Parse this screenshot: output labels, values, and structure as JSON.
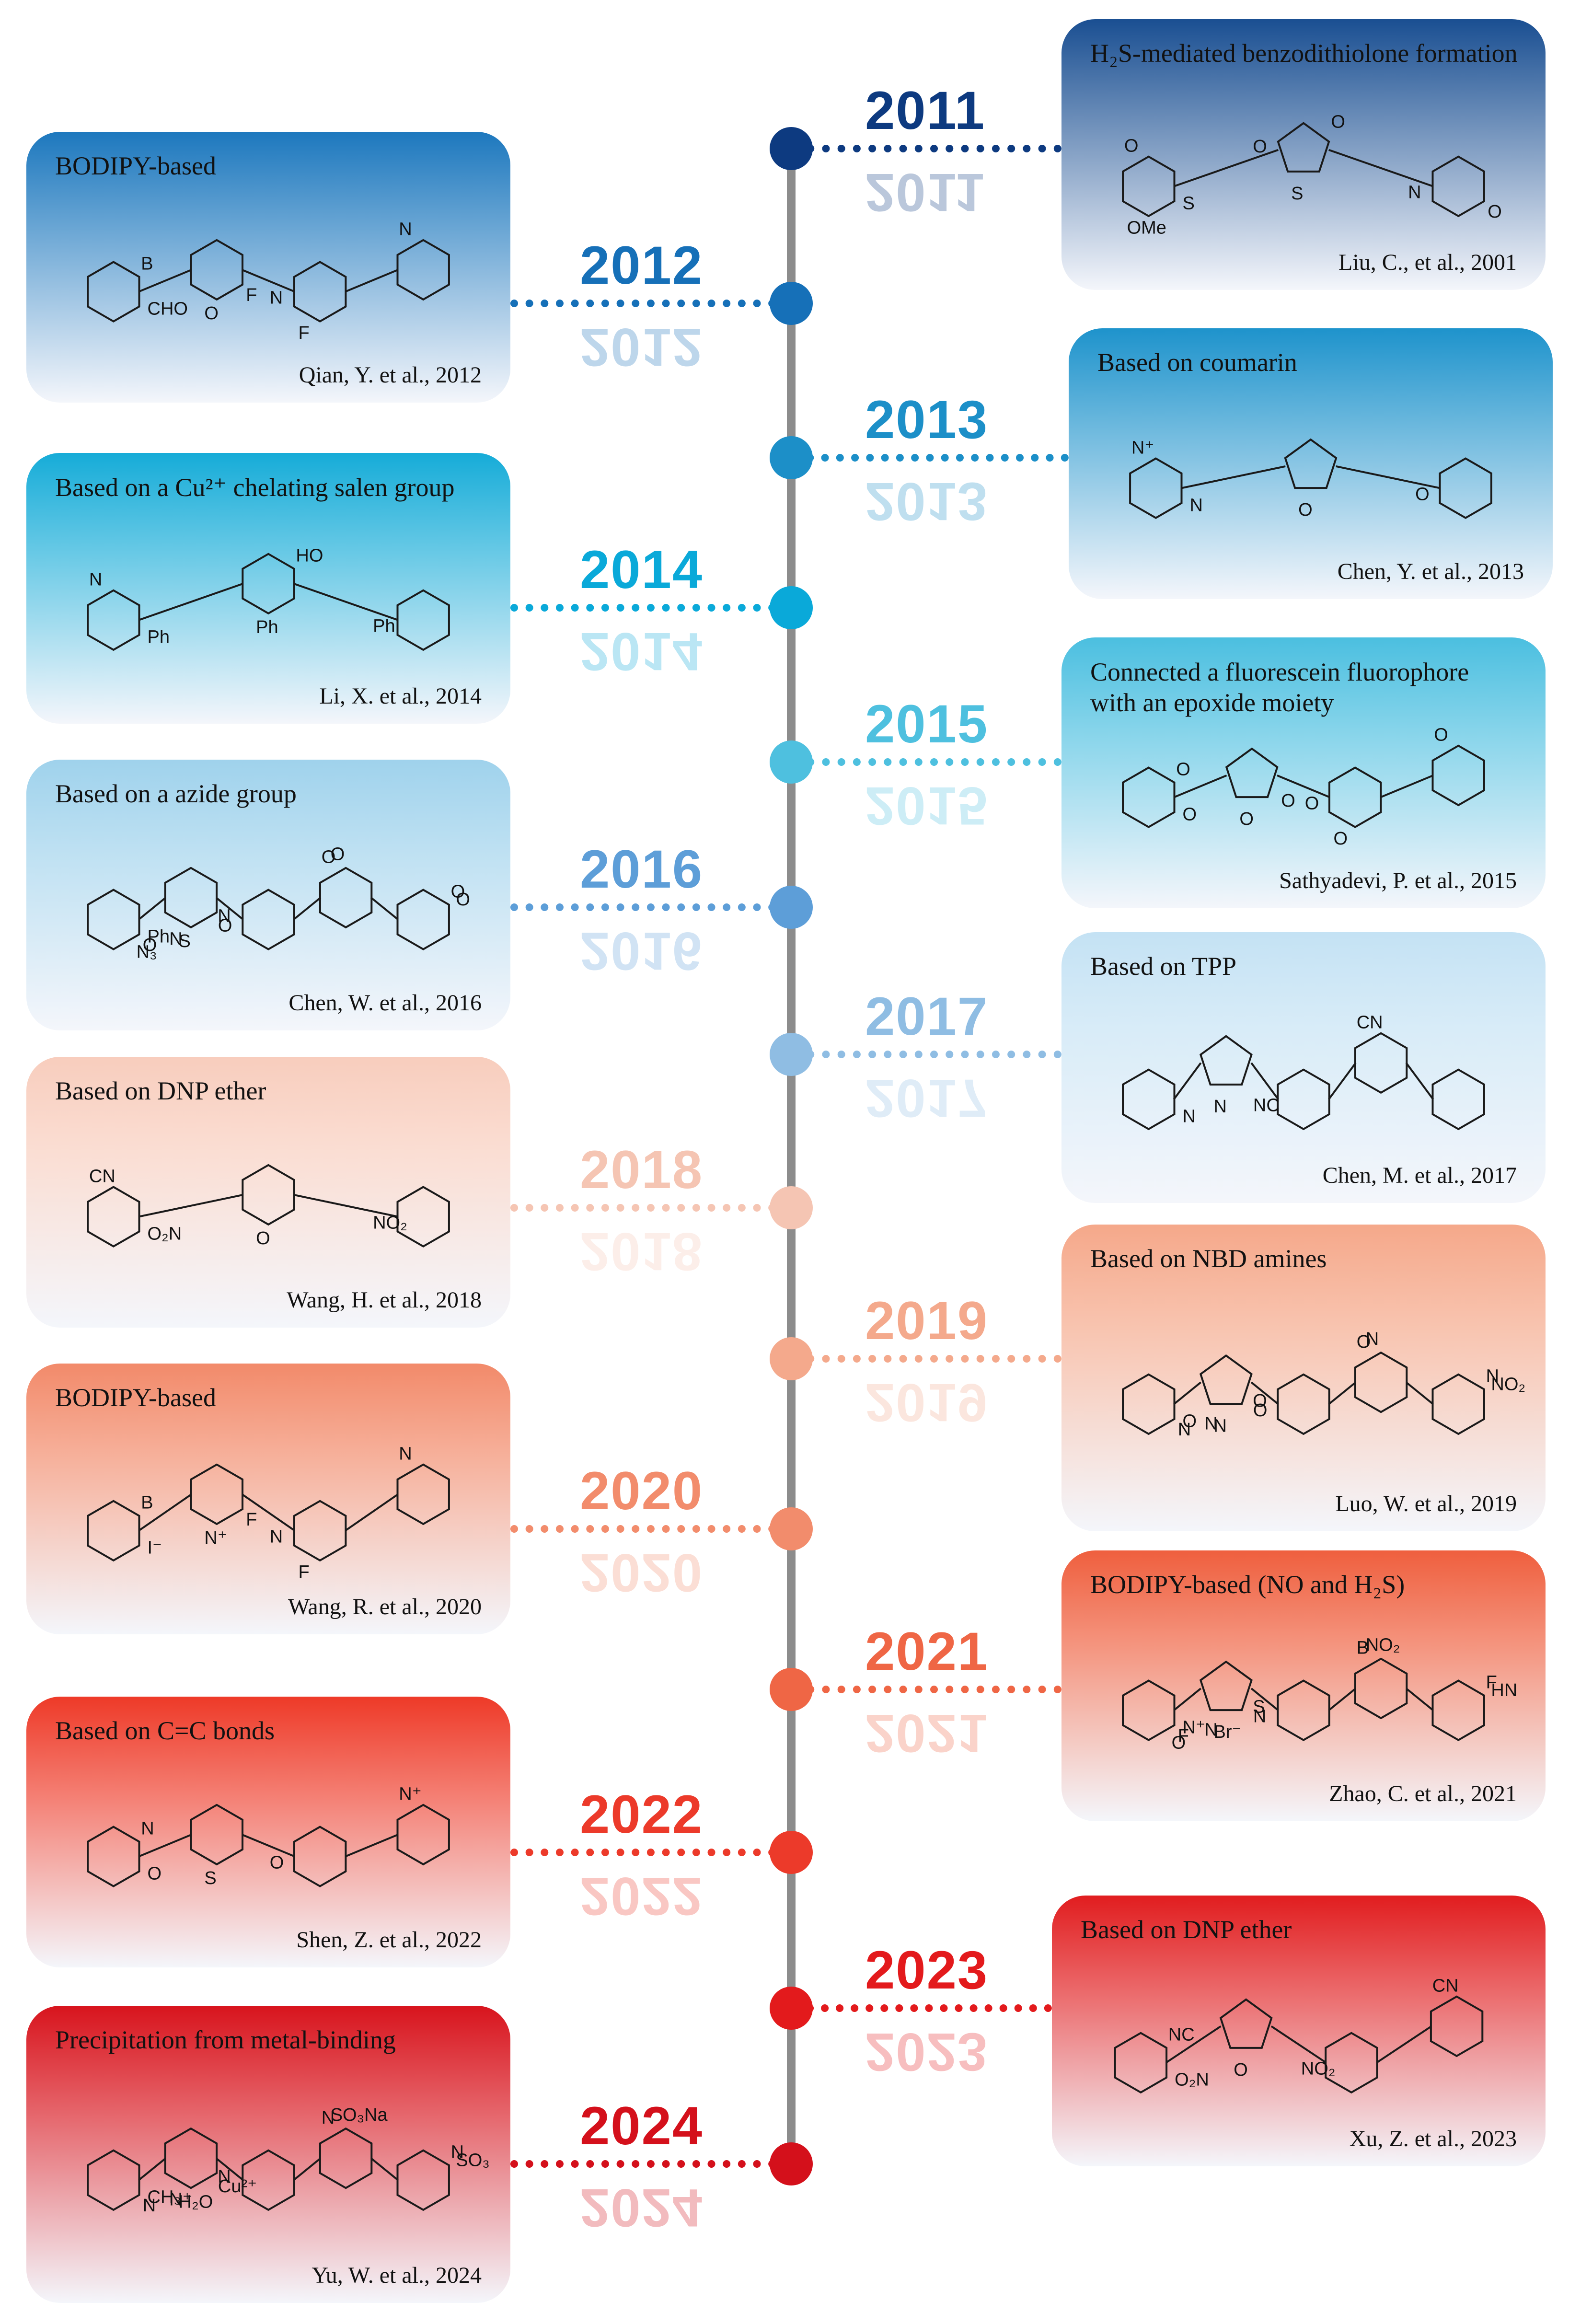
{
  "timeline": [
    {
      "year": "2011",
      "side": "right",
      "title": "H₂S-mediated benzodithiolone formation",
      "citation": "Liu, C., et al., 2001",
      "color": "#0d3a80",
      "card_top": "#1a4f92",
      "atoms": [
        "S",
        "S",
        "N",
        "O",
        "O",
        "O",
        "OMe",
        "O"
      ]
    },
    {
      "year": "2012",
      "side": "left",
      "title": "BODIPY-based",
      "citation": "Qian, Y. et al., 2012",
      "color": "#1670b8",
      "card_top": "#1d78be",
      "atoms": [
        "CHO",
        "O",
        "N",
        "N",
        "B",
        "F",
        "F"
      ]
    },
    {
      "year": "2013",
      "side": "right",
      "title": "Based on coumarin",
      "citation": "Chen, Y. et al., 2013",
      "color": "#1c8fc8",
      "card_top": "#1e93cc",
      "atoms": [
        "N",
        "O",
        "O",
        "N⁺"
      ]
    },
    {
      "year": "2014",
      "side": "left",
      "title": "Based on a Cu²⁺ chelating salen group",
      "citation": "Li, X. et al., 2014",
      "color": "#0aa9d9",
      "card_top": "#16acd8",
      "atoms": [
        "Ph",
        "Ph",
        "Ph",
        "N",
        "HO"
      ]
    },
    {
      "year": "2015",
      "side": "right",
      "title": "Connected a fluorescein fluorophore with an epoxide moiety",
      "citation": "Sathyadevi, P. et al., 2015",
      "color": "#4ec0df",
      "card_top": "#4bbfe0",
      "atoms": [
        "O",
        "O",
        "O",
        "O",
        "O",
        "O",
        "O"
      ]
    },
    {
      "year": "2016",
      "side": "left",
      "title": "Based on a azide group",
      "citation": "Chen, W. et al., 2016",
      "color": "#5d9ed8",
      "card_top": "#9fd2ec",
      "atoms": [
        "Ph",
        "S",
        "O",
        "O",
        "O",
        "O",
        "N",
        "N",
        "O",
        "O",
        "N₃"
      ]
    },
    {
      "year": "2017",
      "side": "right",
      "title": "Based on TPP",
      "citation": "Chen, M. et al., 2017",
      "color": "#8fbde3",
      "card_top": "#c4e2f4",
      "atoms": [
        "N",
        "N",
        "NC",
        "CN"
      ]
    },
    {
      "year": "2018",
      "side": "left",
      "title": "Based on DNP ether",
      "citation": "Wang, H. et al., 2018",
      "color": "#f5c5b3",
      "card_top": "#f8cdbd",
      "atoms": [
        "O₂N",
        "O",
        "NO₂",
        "CN"
      ]
    },
    {
      "year": "2019",
      "side": "right",
      "title": "Based on NBD amines",
      "citation": "Luo, W. et al., 2019",
      "color": "#f4a98c",
      "card_top": "#f5a88a",
      "atoms": [
        "O",
        "N",
        "O",
        "O",
        "N",
        "N",
        "N",
        "O",
        "N",
        "NO₂"
      ]
    },
    {
      "year": "2020",
      "side": "left",
      "title": "BODIPY-based",
      "citation": "Wang, R. et al., 2020",
      "color": "#f28c6c",
      "card_top": "#f28a6a",
      "atoms": [
        "I⁻",
        "N⁺",
        "N",
        "N",
        "B",
        "F",
        "F"
      ]
    },
    {
      "year": "2021",
      "side": "right",
      "title": "BODIPY-based (NO and H₂S)",
      "citation": "Zhao, C. et al., 2021",
      "color": "#ef6645",
      "card_top": "#ef5f3e",
      "atoms": [
        "N⁺",
        "Br⁻",
        "N",
        "B",
        "F",
        "F",
        "N",
        "S",
        "NO₂",
        "HN",
        "O"
      ]
    },
    {
      "year": "2022",
      "side": "left",
      "title": "Based on C=C bonds",
      "citation": "Shen, Z. et al., 2022",
      "color": "#ec3a2a",
      "card_top": "#ee3a28",
      "atoms": [
        "O",
        "S",
        "O",
        "N⁺",
        "N"
      ]
    },
    {
      "year": "2023",
      "side": "right",
      "title": "Based on DNP ether",
      "citation": "Xu, Z. et al., 2023",
      "color": "#e31a1c",
      "card_top": "#e11d1f",
      "atoms": [
        "O₂N",
        "O",
        "NO₂",
        "CN",
        "NC"
      ]
    },
    {
      "year": "2024",
      "side": "left",
      "title": "Precipitation from metal-binding",
      "citation": "Yu, W. et al., 2024",
      "color": "#d4101b",
      "card_top": "#d8141d",
      "atoms": [
        "CH₃",
        "H₂O",
        "Cu²⁺",
        "N",
        "N",
        "N",
        "N⁺",
        "N",
        "SO₃Na",
        "SO₃"
      ]
    }
  ]
}
